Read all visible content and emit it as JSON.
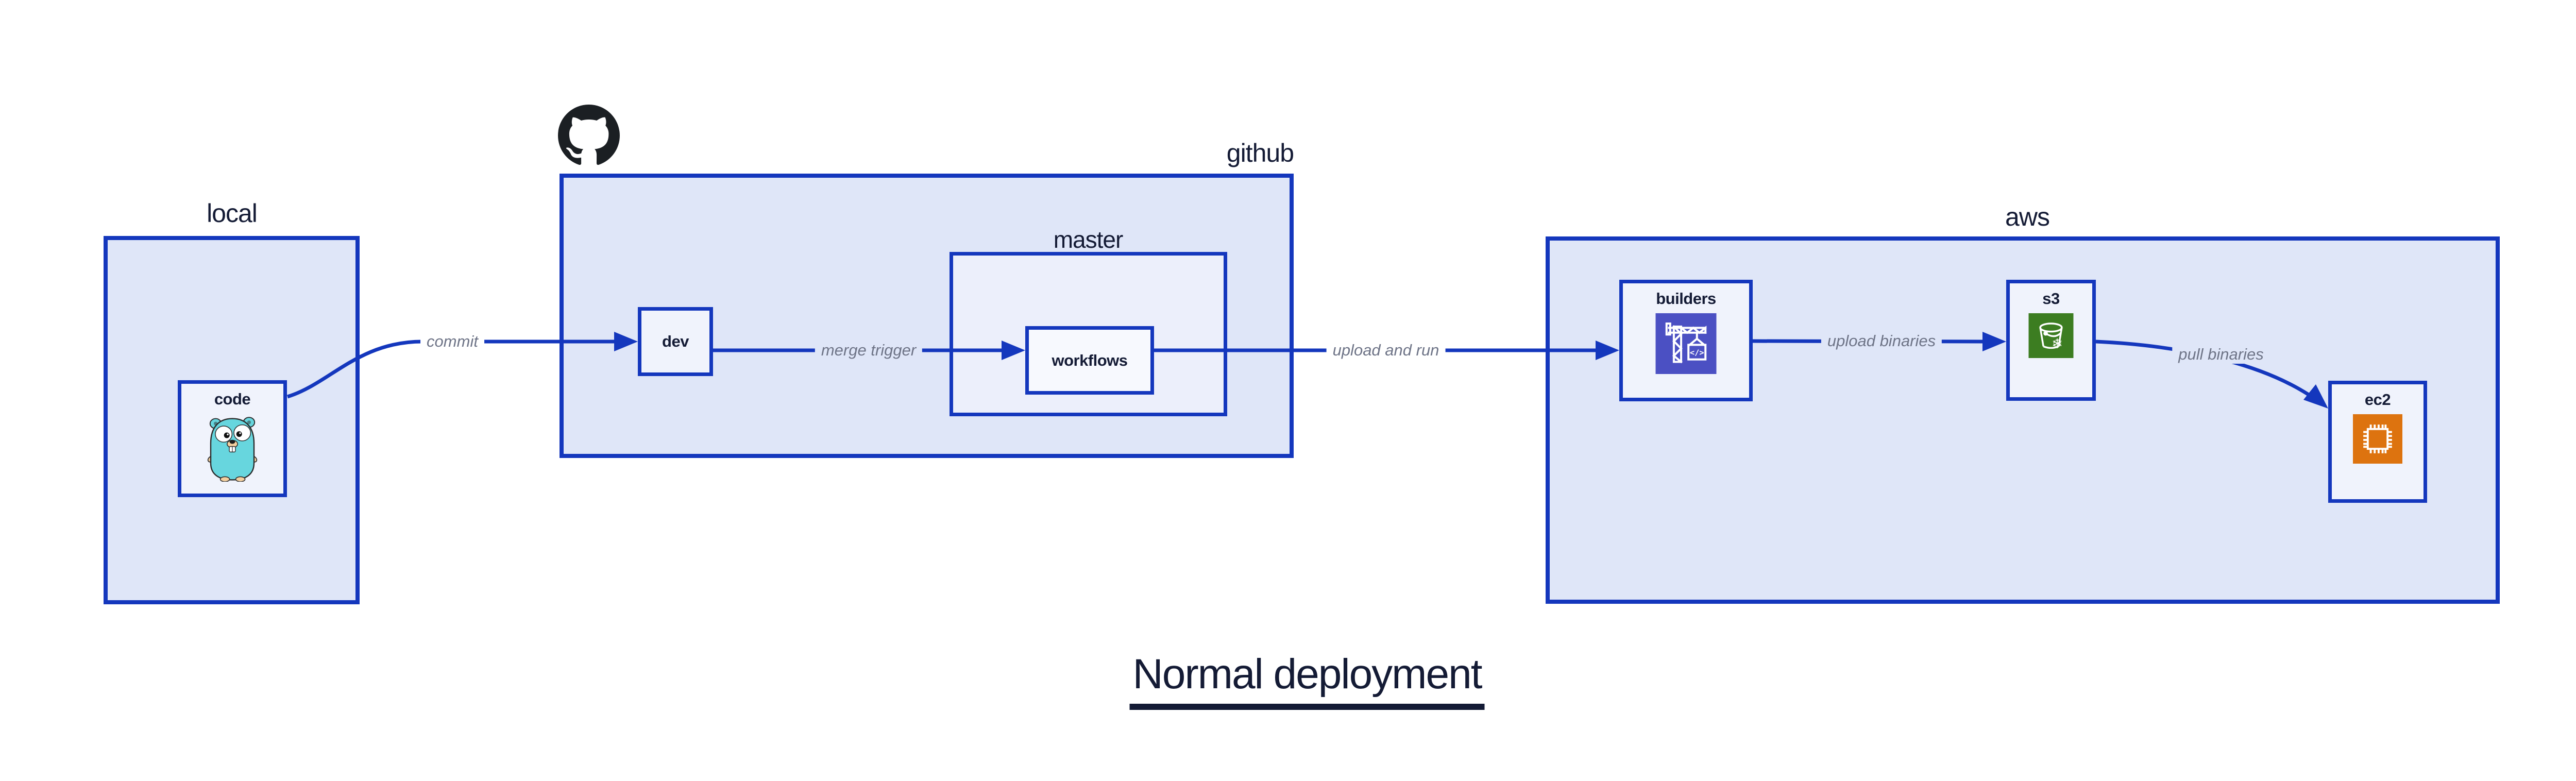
{
  "diagram": {
    "title": "Normal deployment",
    "containers": {
      "local": {
        "label": "local"
      },
      "github": {
        "label": "github"
      },
      "master": {
        "label": "master"
      },
      "aws": {
        "label": "aws"
      }
    },
    "nodes": {
      "code": {
        "label": "code"
      },
      "dev": {
        "label": "dev"
      },
      "workflows": {
        "label": "workflows"
      },
      "builders": {
        "label": "builders"
      },
      "s3": {
        "label": "s3"
      },
      "ec2": {
        "label": "ec2"
      }
    },
    "edges": {
      "commit": {
        "label": "commit",
        "from": "code",
        "to": "dev"
      },
      "merge_trigger": {
        "label": "merge trigger",
        "from": "dev",
        "to": "workflows"
      },
      "upload_and_run": {
        "label": "upload and run",
        "from": "workflows",
        "to": "builders"
      },
      "upload_binaries": {
        "label": "upload binaries",
        "from": "builders",
        "to": "s3"
      },
      "pull_binaries": {
        "label": "pull binaries",
        "from": "s3",
        "to": "ec2"
      }
    },
    "icons": {
      "codebuild_glyph": "</>",
      "snowflake_glyph": "❄"
    },
    "colors": {
      "accent_blue": "#1437bd",
      "container_fill": "#dfe6f8",
      "master_fill": "#eceffb",
      "node_fill": "#f0f3fc",
      "workflows_fill": "#f7f9fe",
      "edge_label_gray": "#6e7487",
      "text_dark": "#141b35",
      "github_black": "#1b1f23",
      "gopher_teal": "#67d6de",
      "codebuild_indigo": "#4b50c3",
      "s3_green": "#3c7d21",
      "ec2_orange": "#dd730f"
    }
  }
}
